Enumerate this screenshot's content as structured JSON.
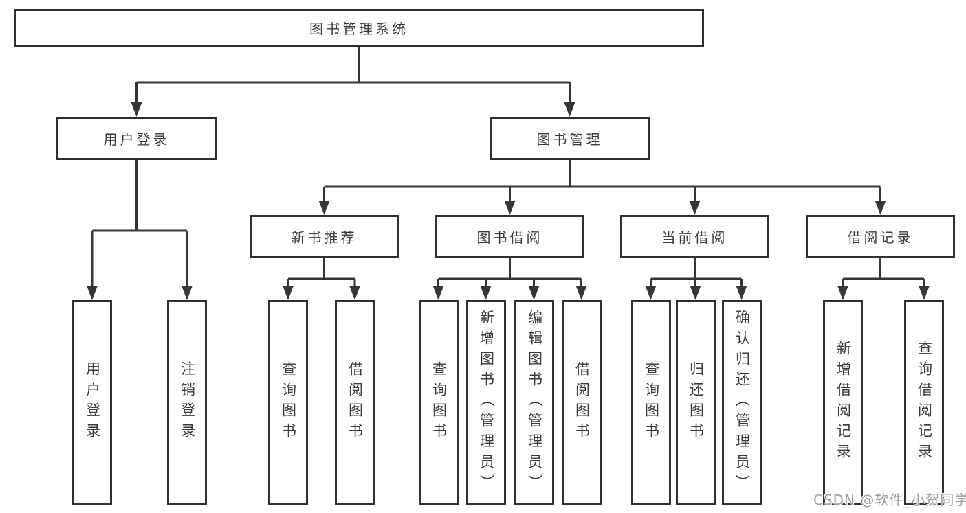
{
  "diagram_title": "图书管理系统",
  "nodes": {
    "root": "图书管理系统",
    "user_login": "用户登录",
    "book_mgmt": "图书管理",
    "new_book_rec": "新书推荐",
    "book_borrow": "图书借阅",
    "current_borrow": "当前借阅",
    "borrow_record": "借阅记录",
    "ul_login": "用户登录",
    "ul_logout": "注销登录",
    "nbr_query": "查询图书",
    "nbr_borrow": "借阅图书",
    "bb_query": "查询图书",
    "bb_add": "新增图书（管理员）",
    "bb_edit": "编辑图书（管理员）",
    "bb_borrow": "借阅图书",
    "cb_query": "查询图书",
    "cb_return": "归还图书",
    "cb_confirm": "确认归还（管理员）",
    "br_add": "新增借阅记录",
    "br_query": "查询借阅记录"
  },
  "colors": {
    "line": "#363636",
    "box_border": "#2f2f2f",
    "text": "#3a3a3a",
    "background": "#ffffff",
    "watermark": "#9d9d9d"
  },
  "watermark": "CSDN @软件_小贺同学"
}
